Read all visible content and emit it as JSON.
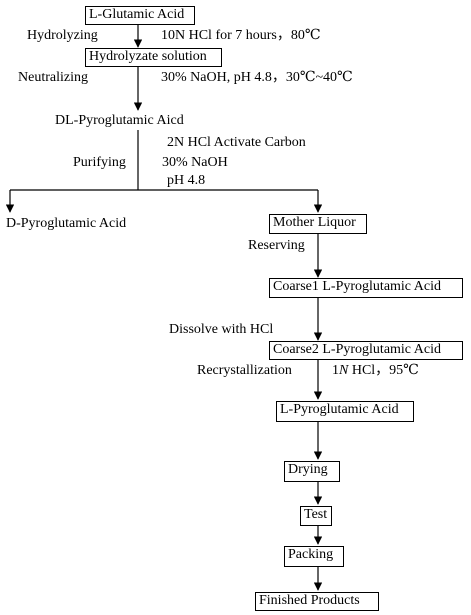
{
  "nodes": {
    "l_glutamic_acid": "L-Glutamic Acid",
    "hydrolyzate_solution": "Hydrolyzate solution",
    "dl_pyroglutamic": "DL-Pyroglutamic Aicd",
    "d_pyroglutamic": "D-Pyroglutamic Acid",
    "mother_liquor": "Mother Liquor",
    "coarse1": "Coarse1 L-Pyroglutamic Acid",
    "coarse2": "Coarse2 L-Pyroglutamic Acid",
    "l_pyroglutamic": "L-Pyroglutamic Acid",
    "drying": "Drying",
    "test": "Test",
    "packing": "Packing",
    "finished_products": "Finished Products"
  },
  "steps": {
    "hydrolyzing": "Hydrolyzing",
    "hydrolyzing_cond": "10N HCl for 7 hours，80℃",
    "neutralizing": "Neutralizing",
    "neutralizing_cond": "30% NaOH, pH 4.8，30℃~40℃",
    "purifying": "Purifying",
    "purifying_cond1": "2N HCl Activate Carbon",
    "purifying_cond2": "30% NaOH",
    "purifying_cond3": "pH 4.8",
    "reserving": "Reserving",
    "dissolve": "Dissolve with HCl",
    "recrystallization": "Recrystallization",
    "recryst_cond_num": "1",
    "recryst_cond_n": "N",
    "recryst_cond_rest": " HCl，95℃"
  }
}
